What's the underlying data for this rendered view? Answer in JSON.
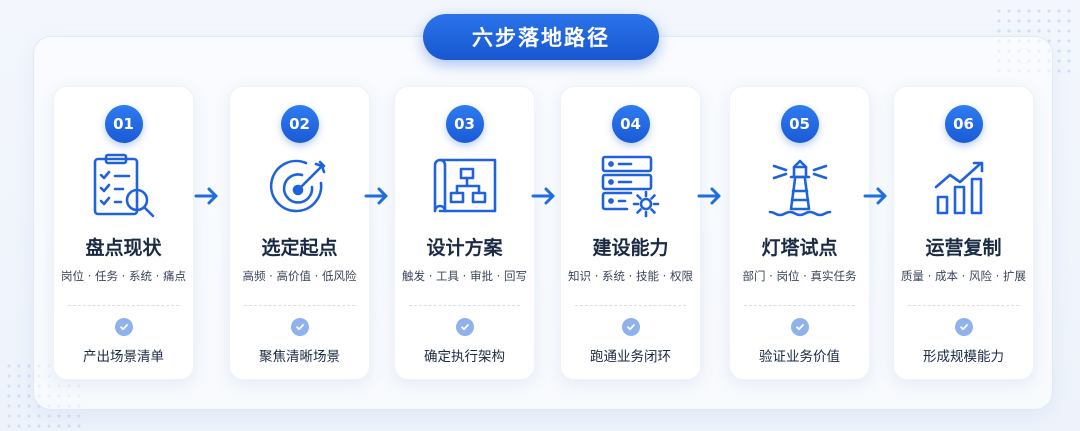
{
  "title": "六步落地路径",
  "colors": {
    "accent": "#1f63dc",
    "check": "#8fb2ec",
    "text": "#1b2a44"
  },
  "steps": [
    {
      "num": "01",
      "title": "盘点现状",
      "tags": "岗位 · 任务 · 系统 · 痛点",
      "result": "产出场景清单",
      "icon": "checklist-search-icon"
    },
    {
      "num": "02",
      "title": "选定起点",
      "tags": "高频 · 高价值 · 低风险",
      "result": "聚焦清晰场景",
      "icon": "target-icon"
    },
    {
      "num": "03",
      "title": "设计方案",
      "tags": "触发 · 工具 · 审批 · 回写",
      "result": "确定执行架构",
      "icon": "blueprint-icon"
    },
    {
      "num": "04",
      "title": "建设能力",
      "tags": "知识 · 系统 · 技能 · 权限",
      "result": "跑通业务闭环",
      "icon": "server-gear-icon"
    },
    {
      "num": "05",
      "title": "灯塔试点",
      "tags": "部门 · 岗位 · 真实任务",
      "result": "验证业务价值",
      "icon": "lighthouse-icon"
    },
    {
      "num": "06",
      "title": "运营复制",
      "tags": "质量 · 成本 · 风险 · 扩展",
      "result": "形成规模能力",
      "icon": "growth-chart-icon"
    }
  ]
}
